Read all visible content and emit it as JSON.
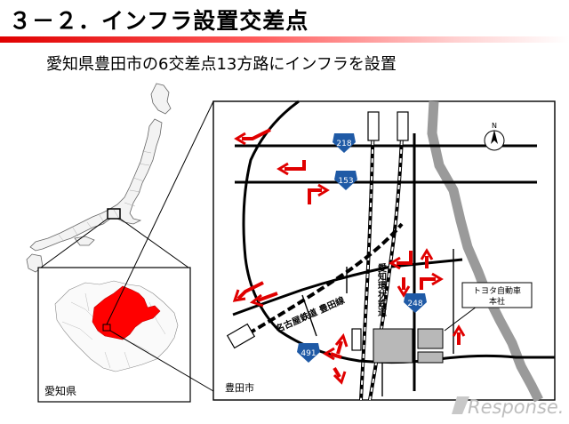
{
  "slide": {
    "title": "３－２．インフラ設置交差点",
    "subtitle": "愛知県豊田市の6交差点13方路にインフラを設置"
  },
  "inset_map": {
    "prefecture_label": "愛知県"
  },
  "city_map": {
    "city_label": "豊田市",
    "north_label": "N",
    "route_shields": [
      "218",
      "153",
      "248",
      "491"
    ],
    "rail_label_meitetsu": "名古屋鉄道 豊田線",
    "rail_label_aikan": "愛知環状鉄道",
    "toyota_label_line1": "トヨタ自動車",
    "toyota_label_line2": "本社"
  },
  "watermark": "Response.",
  "colors": {
    "title_rule": "#e00000",
    "arrow_red": "#e00000",
    "toyota_region": "#ff0000",
    "route_shield": "#1f5aa6",
    "river": "#9a9a9a"
  }
}
